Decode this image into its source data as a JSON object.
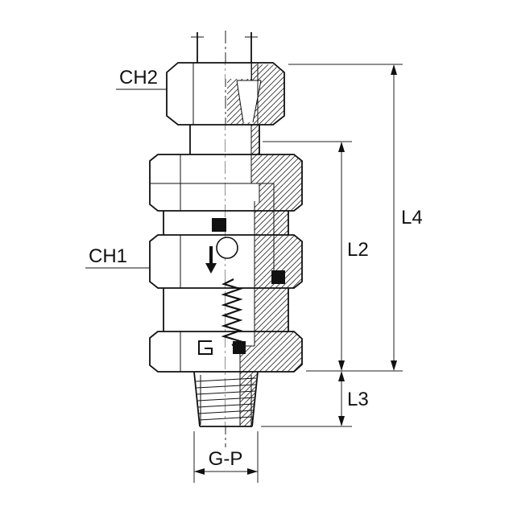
{
  "drawing": {
    "labels": {
      "ch2": "CH2",
      "ch1": "CH1",
      "l4": "L4",
      "l2": "L2",
      "l3": "L3",
      "gp": "G-P"
    },
    "colors": {
      "line": "#111111",
      "background": "#ffffff"
    }
  }
}
